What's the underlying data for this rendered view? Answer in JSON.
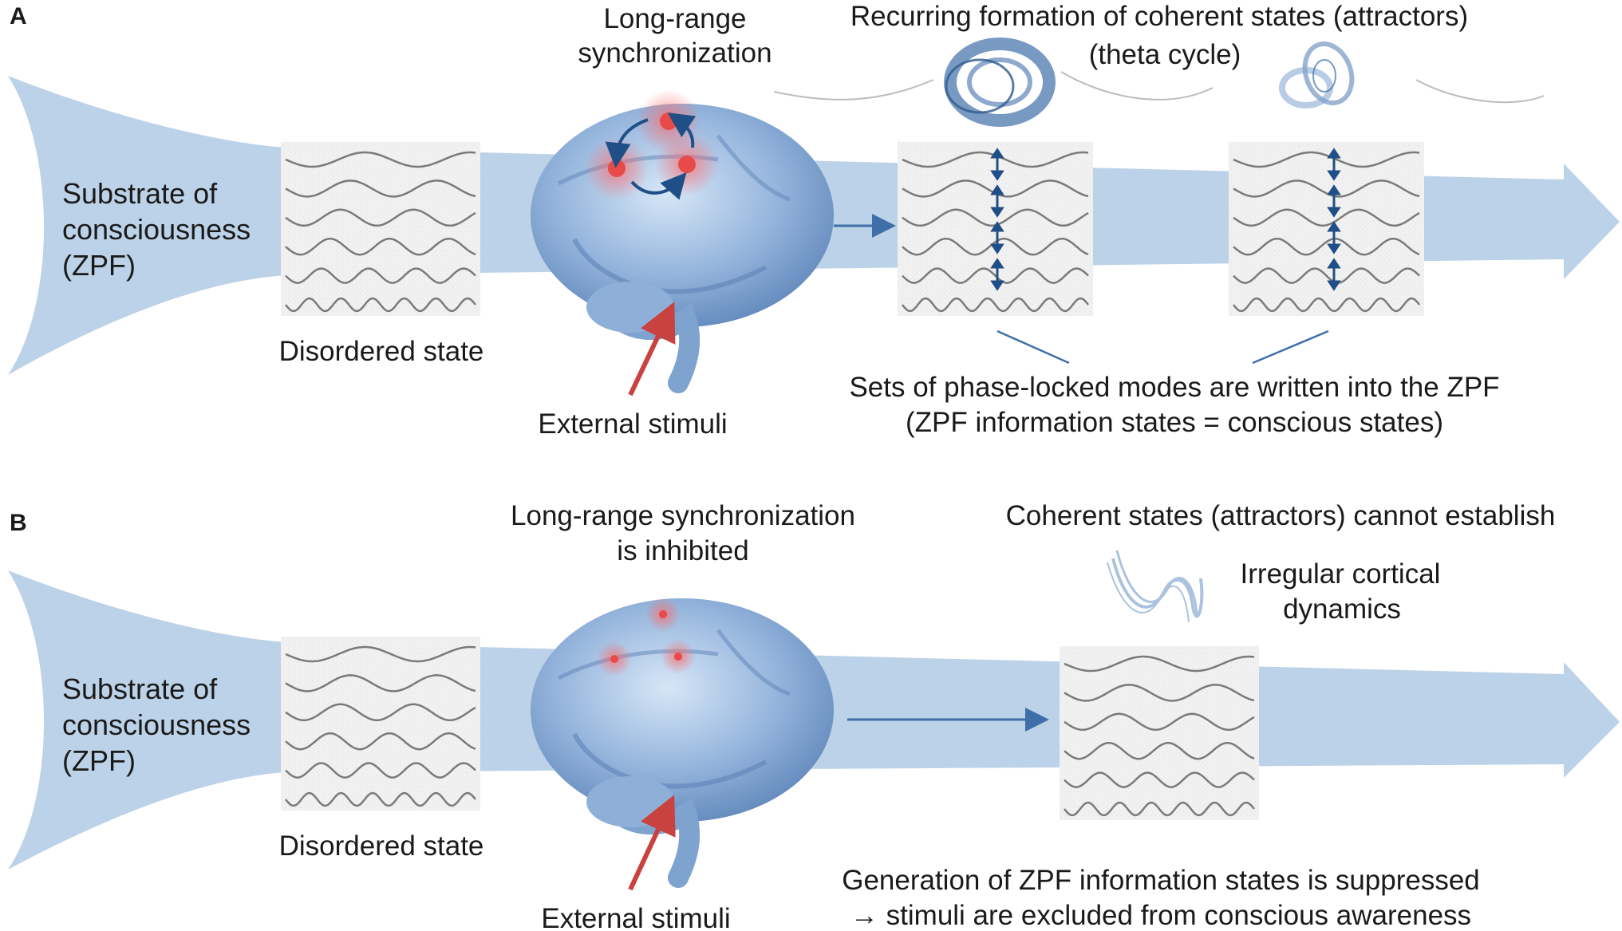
{
  "panels": {
    "A": {
      "letter": "A",
      "substrate_line1": "Substrate of",
      "substrate_line2": "consciousness",
      "substrate_line3": "(ZPF)",
      "disordered": "Disordered state",
      "sync_line1": "Long-range",
      "sync_line2": "synchronization",
      "recurring_line1": "Recurring formation of coherent states (attractors)",
      "recurring_line2": "(theta cycle)",
      "external": "External stimuli",
      "phase_line1": "Sets of phase-locked modes are written into the ZPF",
      "phase_line2": "(ZPF information states = conscious states)"
    },
    "B": {
      "letter": "B",
      "substrate_line1": "Substrate of",
      "substrate_line2": "consciousness",
      "substrate_line3": "(ZPF)",
      "disordered": "Disordered state",
      "sync_line1": "Long-range synchronization",
      "sync_line2": "is inhibited",
      "coherent": "Coherent states (attractors) cannot establish",
      "irregular_line1": "Irregular cortical",
      "irregular_line2": "dynamics",
      "external": "External stimuli",
      "gen_line1": "Generation of ZPF information states is suppressed",
      "gen_line2": "→ stimuli are excluded from conscious awareness"
    }
  },
  "colors": {
    "flow": "#b9cfe6",
    "brain": "#7fa3cf",
    "hotspot": "#e84a4a",
    "stimulus_arrow": "#c9423f",
    "sync_arrow": "#1f4f86",
    "wave": "#7a7a7a",
    "attractor": "#3f6fa8"
  },
  "icons": [
    "brain-icon",
    "attractor-icon",
    "wave-panel-icon"
  ]
}
